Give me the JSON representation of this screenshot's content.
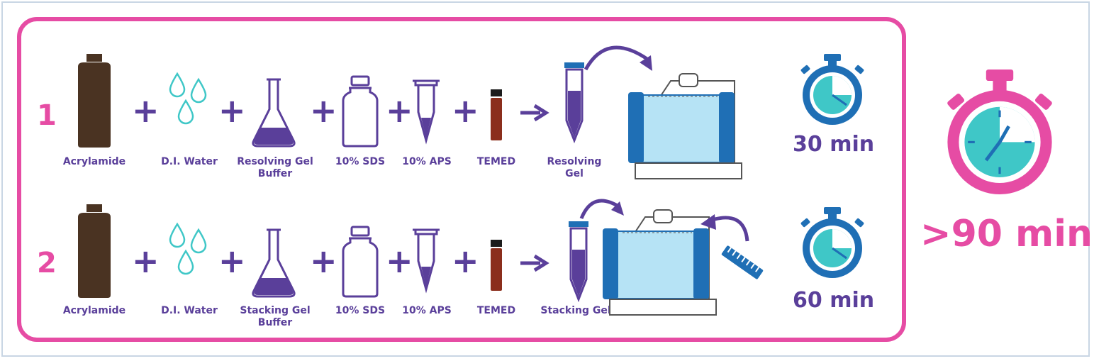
{
  "colors": {
    "accent_pink": "#e64ca4",
    "purple": "#5a3f9a",
    "brown": "#4a3322",
    "teal": "#3fc7c7",
    "blue": "#1f6fb5",
    "temed_red": "#8b2e1c"
  },
  "rows": [
    {
      "number": "1",
      "labels": {
        "acrylamide": "Acrylamide",
        "water": "D.I. Water",
        "buffer": "Resolving Gel\nBuffer",
        "sds": "10% SDS",
        "aps": "10% APS",
        "temed": "TEMED",
        "gel": "Resolving\nGel"
      },
      "time": "30 min",
      "icons": [
        "bottle-icon",
        "water-drops-icon",
        "flask-icon",
        "sds-bottle-icon",
        "tube-icon",
        "temed-vial-icon",
        "arrow-icon",
        "gel-tube-icon",
        "curved-arrow-icon",
        "casting-stand-icon",
        "stopwatch-icon"
      ]
    },
    {
      "number": "2",
      "labels": {
        "acrylamide": "Acrylamide",
        "water": "D.I. Water",
        "buffer": "Stacking Gel\nBuffer",
        "sds": "10% SDS",
        "aps": "10% APS",
        "temed": "TEMED",
        "gel": "Stacking Gel"
      },
      "time": "60 min",
      "icons": [
        "bottle-icon",
        "water-drops-icon",
        "flask-icon",
        "sds-bottle-icon",
        "tube-icon",
        "temed-vial-icon",
        "arrow-icon",
        "gel-tube-icon",
        "curved-arrow-icon",
        "casting-stand-icon",
        "comb-icon",
        "stopwatch-icon"
      ]
    }
  ],
  "total": {
    "time": ">90 min",
    "icon": "large-stopwatch-icon"
  }
}
